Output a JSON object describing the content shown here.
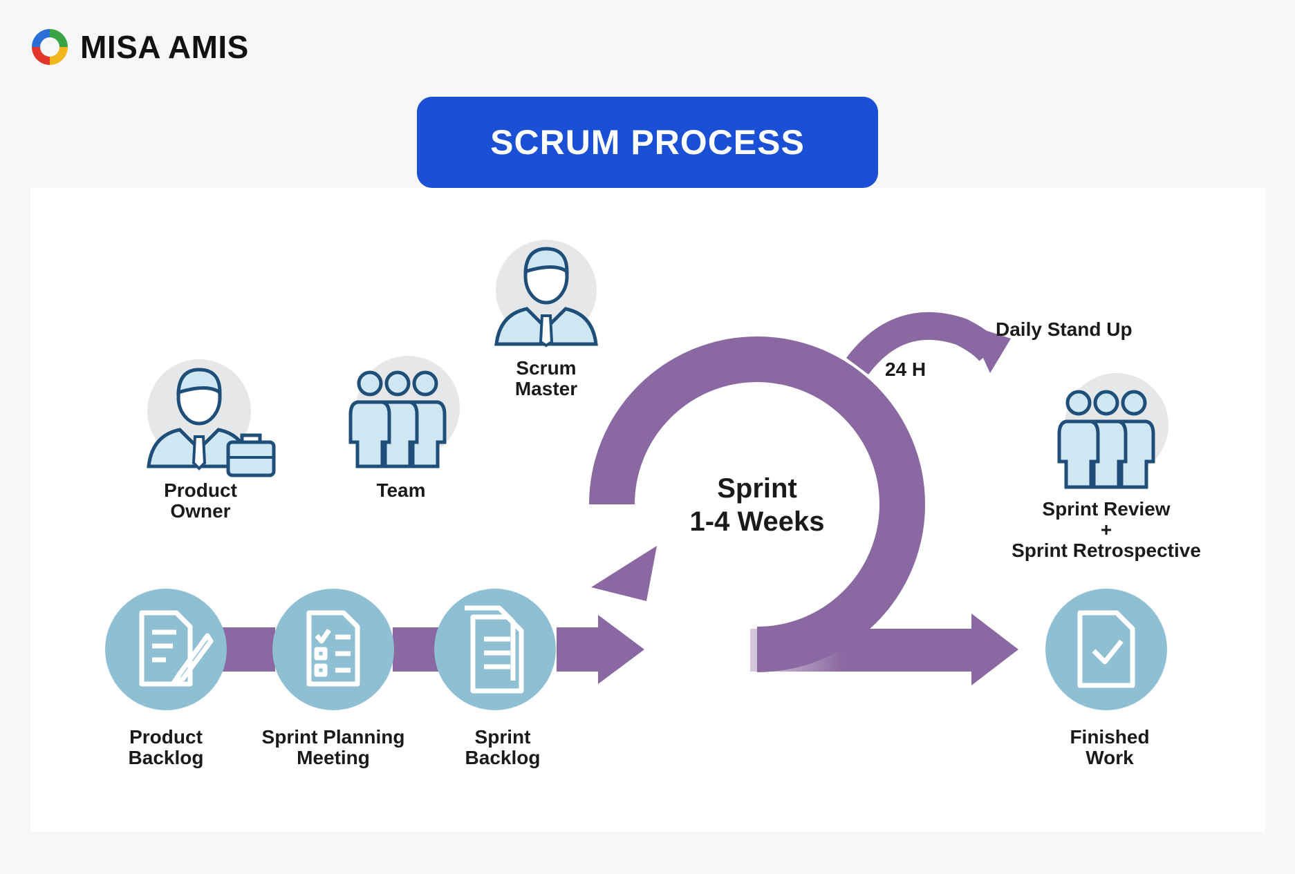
{
  "brand": {
    "name": "MISA AMIS",
    "colors": {
      "blue": "#1a4fd6",
      "purple": "#8a68a1",
      "circle_fill": "#8fbfd3",
      "icon_stroke": "#1f4e79"
    }
  },
  "title": "SCRUM PROCESS",
  "roles": {
    "product_owner": "Product\nOwner",
    "team": "Team",
    "scrum_master": "Scrum\nMaster"
  },
  "cycle": {
    "sprint": "Sprint\n1-4 Weeks",
    "daily": "Daily Stand Up",
    "hours": "24 H",
    "review": "Sprint Review\n+\nSprint Retrospective"
  },
  "steps": [
    {
      "label": "Product\nBacklog",
      "icon": "edit-document-icon"
    },
    {
      "label": "Sprint Planning\nMeeting",
      "icon": "checklist-icon"
    },
    {
      "label": "Sprint\nBacklog",
      "icon": "documents-stack-icon"
    },
    {
      "label": "Finished\nWork",
      "icon": "document-check-icon"
    }
  ]
}
